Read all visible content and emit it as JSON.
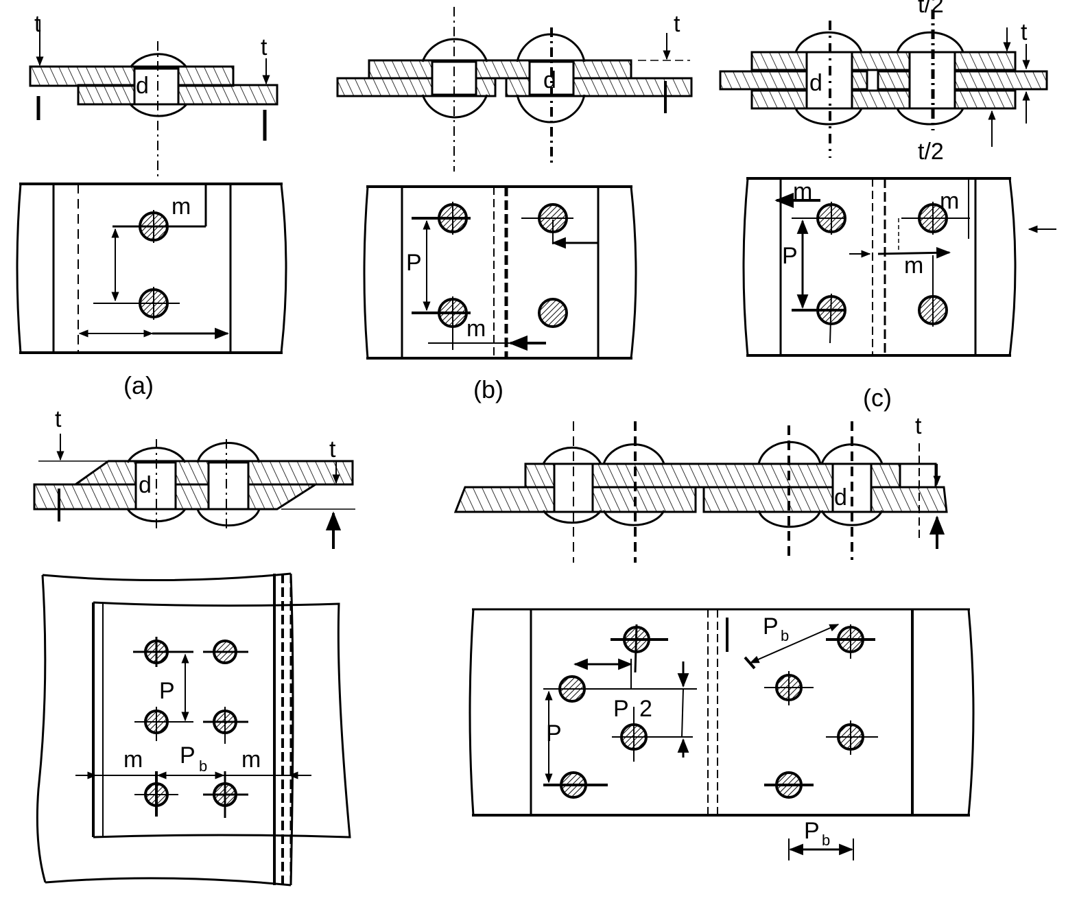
{
  "captions": {
    "a": "(a)",
    "b": "(b)",
    "c": "(c)"
  },
  "labels": {
    "t": "t",
    "d": "d",
    "m": "m",
    "P": "P",
    "P_main": "P",
    "b_sub": "b",
    "t_half": "t/2",
    "P_half_a": "P",
    "P_half_b": "2"
  },
  "colors": {
    "ink": "#000000",
    "paper": "#ffffff"
  }
}
